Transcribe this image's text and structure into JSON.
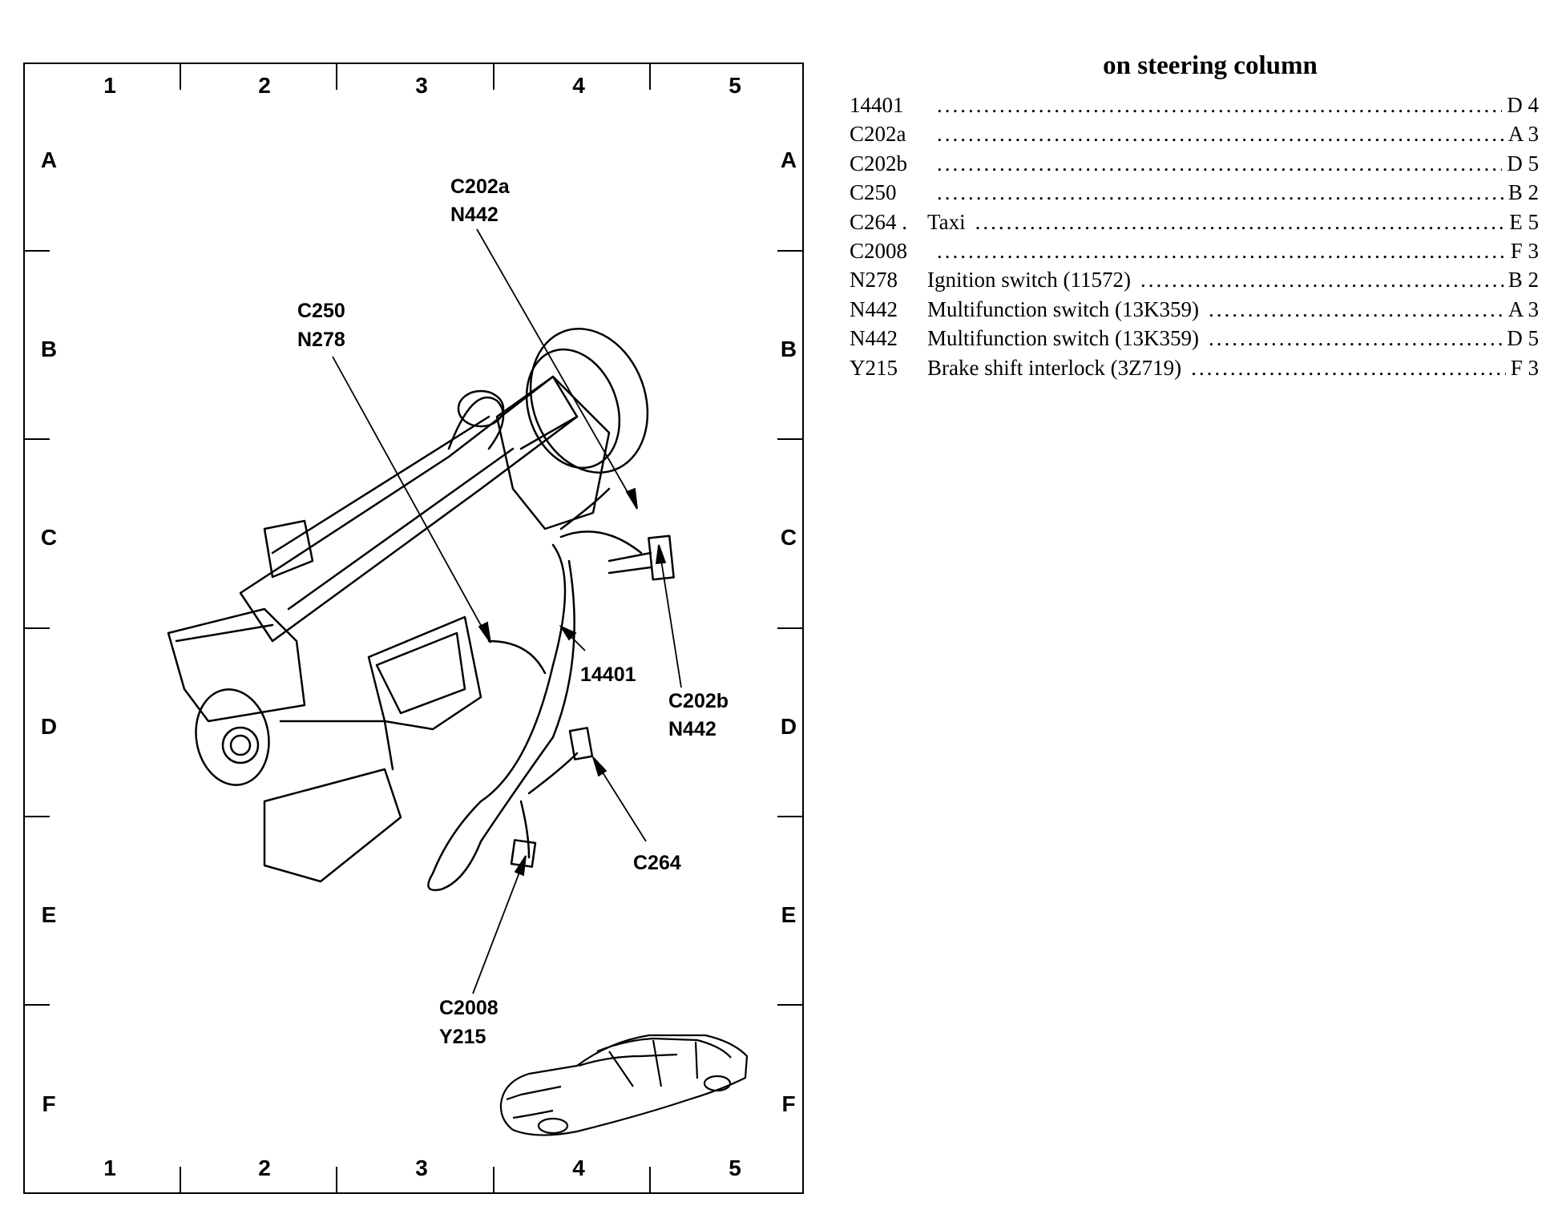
{
  "grid": {
    "columns": [
      "1",
      "2",
      "3",
      "4",
      "5"
    ],
    "rows": [
      "A",
      "B",
      "C",
      "D",
      "E",
      "F"
    ]
  },
  "callouts": {
    "c202a": [
      "C202a",
      "N442"
    ],
    "c250": [
      "C250",
      "N278"
    ],
    "n14401": [
      "14401"
    ],
    "c202b": [
      "C202b",
      "N442"
    ],
    "c264": [
      "C264"
    ],
    "c2008": [
      "C2008",
      "Y215"
    ]
  },
  "legend": {
    "title": "on steering column",
    "entries": [
      {
        "code": "14401",
        "desc": "",
        "loc": "D 4"
      },
      {
        "code": "C202a",
        "desc": "",
        "loc": "A 3"
      },
      {
        "code": "C202b",
        "desc": "",
        "loc": "D 5"
      },
      {
        "code": "C250",
        "desc": "",
        "loc": "B 2"
      },
      {
        "code": "C264 .",
        "desc": "Taxi",
        "loc": "E 5"
      },
      {
        "code": "C2008",
        "desc": "",
        "loc": "F 3"
      },
      {
        "code": "N278",
        "desc": "Ignition switch (11572)",
        "loc": "B 2"
      },
      {
        "code": "N442",
        "desc": "Multifunction switch (13K359)",
        "loc": "A 3"
      },
      {
        "code": "N442",
        "desc": "Multifunction switch (13K359)",
        "loc": "D 5"
      },
      {
        "code": "Y215",
        "desc": "Brake shift interlock (3Z719)",
        "loc": "F 3"
      }
    ]
  },
  "icons": {
    "vehicle": "sedan-body-icon",
    "assembly": "steering-column-assembly-illustration"
  }
}
